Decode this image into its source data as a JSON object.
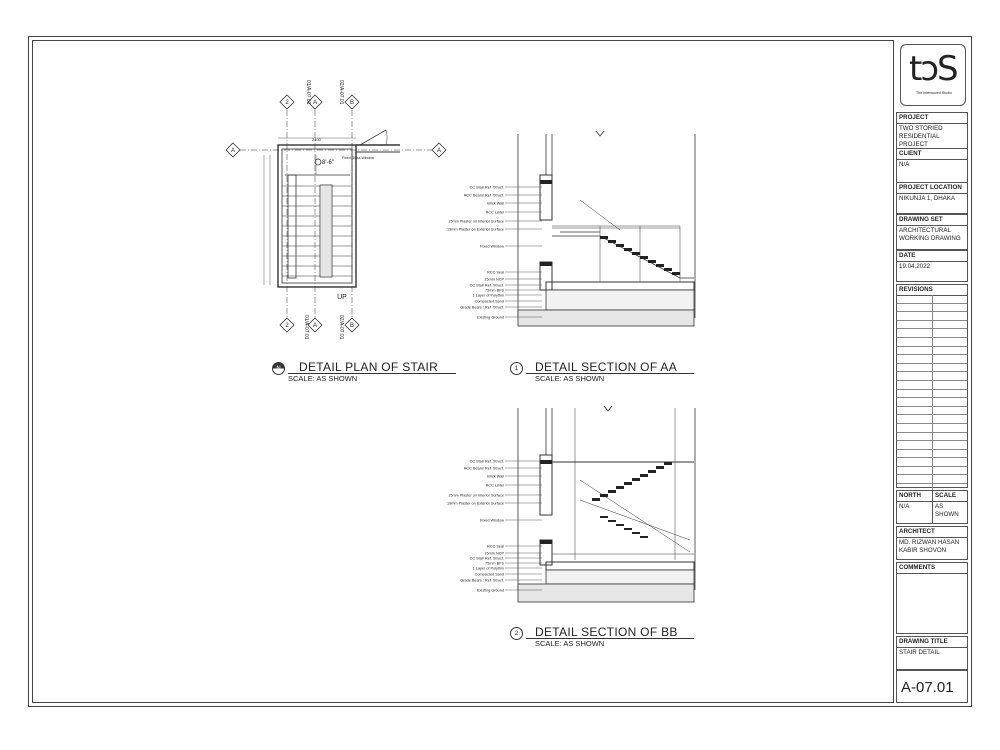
{
  "titleblock": {
    "logo_text": "tↄS",
    "logo_sub": "The Interwoved Studio",
    "project_label": "PROJECT",
    "project_value": "TWO STORIED RESIDENTIAL PROJECT",
    "client_label": "CLIENT",
    "client_value": "N/A",
    "location_label": "PROJECT LOCATION",
    "location_value": "NIKUNJA 1, DHAKA",
    "drawing_set_label": "DRAWING SET",
    "drawing_set_value": "ARCHITECTURAL WORKING DRAWING",
    "date_label": "DATE",
    "date_value": "19.04.2022",
    "revisions_label": "REVISIONS",
    "north_label": "NORTH",
    "north_value": "N/A",
    "scale_label": "SCALE",
    "scale_value": "AS SHOWN",
    "architect_label": "ARCHITECT",
    "architect_value": "MD. RIZWAN HASAN KABIR SHOVON",
    "comments_label": "COMMENTS",
    "drawing_title_label": "DRAWING TITLE",
    "drawing_title_value": "STAIR DETAIL",
    "sheet_number": "A-07.01"
  },
  "drawings": {
    "plan": {
      "title": "DETAIL PLAN OF STAIR",
      "scale": "SCALE: AS SHOWN",
      "marker": "N"
    },
    "section_aa": {
      "title": "DETAIL SECTION OF AA",
      "scale": "SCALE: AS SHOWN",
      "marker": "1"
    },
    "section_bb": {
      "title": "DETAIL SECTION OF BB",
      "scale": "SCALE: AS SHOWN",
      "marker": "2"
    }
  },
  "plan_labels": {
    "grid_a": "A",
    "grid_b": "B",
    "grid_2": "2",
    "ref_top_1": "01/A-07.01",
    "ref_top_2": "02/A-07.01",
    "ref_bot_1": "01/A-07.01",
    "ref_bot_2": "02/A-07.01",
    "up": "UP",
    "level": "8'-6\"",
    "window_note": "Fixed Glass Window",
    "dim_top": "2400"
  },
  "section_labels": [
    "CC Stair Ref. Struct.",
    "RCC Beam/ Ref. Struct.",
    "Brick Wall",
    "RCC Lintel",
    "15mm Plaster on Interior Surface",
    "19mm Plaster on Exterior Surface",
    "Fixed Window",
    "RCC Seal",
    "15mm NCP",
    "CC Stair Ref. Struct.",
    "75mm BFS",
    "1 Layer of Polythin",
    "Compacted Sand",
    "Grade Beam / Ref. Struct.",
    "Existing Ground"
  ]
}
